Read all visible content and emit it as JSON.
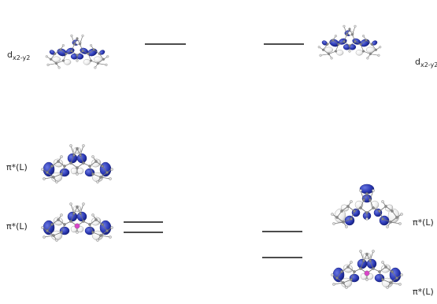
{
  "labels": {
    "left_top": {
      "main": "d",
      "sub": "x2-y2"
    },
    "left_mid": "π*(L)",
    "left_low": "π*(L)",
    "right_top": {
      "main": "d",
      "sub": "x2-y2"
    },
    "right_mid": "π*(L)",
    "right_low": "π*(L)"
  },
  "colors": {
    "lobe_positive": "#2d3bb8",
    "lobe_negative": "#f2f2f2",
    "atom_carbon": "#8a8a8a",
    "atom_metal": "#d946c8",
    "level_line": "#111111"
  }
}
